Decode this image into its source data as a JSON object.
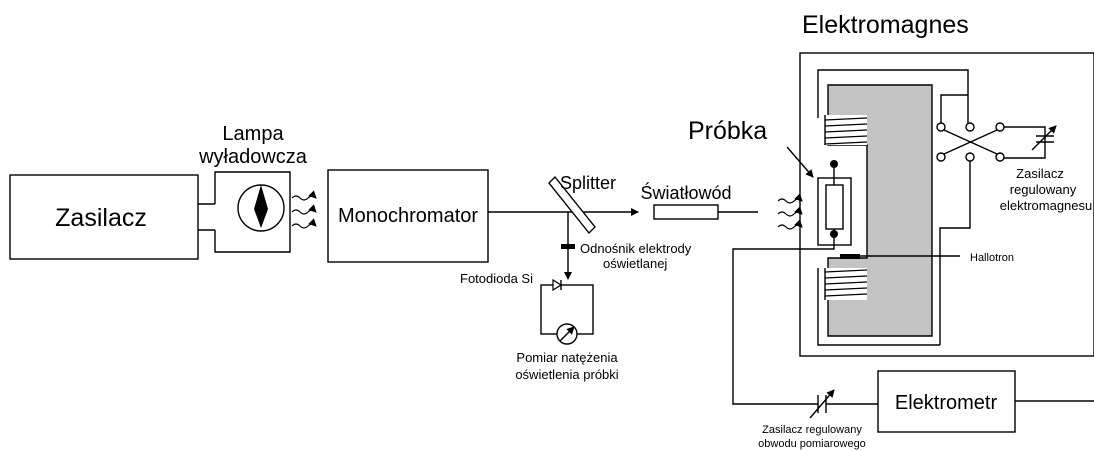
{
  "labels": {
    "zasilacz": "Zasilacz",
    "lampa_1": "Lampa",
    "lampa_2": "wyładowcza",
    "monochromator": "Monochromator",
    "splitter": "Splitter",
    "swiatlowod": "Światłowód",
    "probka": "Próbka",
    "elektromagnes": "Elektromagnes",
    "zasilacz_em_1": "Zasilacz",
    "zasilacz_em_2": "regulowany",
    "zasilacz_em_3": "elektromagnesu",
    "hallotron": "Hallotron",
    "odnosnik_1": "Odnośnik elektrody",
    "odnosnik_2": "oświetlanej",
    "fotodioda": "Fotodioda Si",
    "pomiar_1": "Pomiar natężenia",
    "pomiar_2": "oświetlenia próbki",
    "elektrometr": "Elektrometr",
    "zasilacz_pom_1": "Zasilacz regulowany",
    "zasilacz_pom_2": "obwodu pomiarowego"
  },
  "colors": {
    "line": "#000000",
    "magnet_core": "#c3c3c3",
    "background": "#ffffff"
  }
}
